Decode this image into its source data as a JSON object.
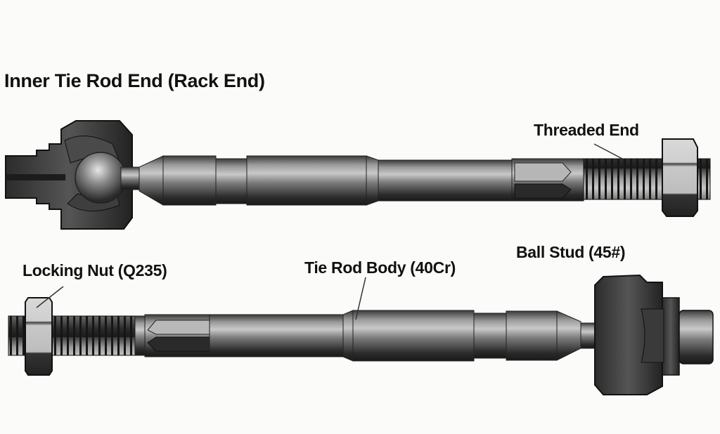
{
  "diagram": {
    "title": "Inner Tie Rod End (Rack End)",
    "labels": {
      "threaded_end": "Threaded End",
      "ball_stud": "Ball Stud (45#)",
      "locking_nut": "Locking Nut (Q235)",
      "tie_rod_body": "Tie Rod Body (40Cr)"
    },
    "components": [
      {
        "name": "Inner Tie Rod End (Rack End)",
        "view": "cutaway",
        "position": "top-left"
      },
      {
        "name": "Threaded End",
        "position": "top-right"
      },
      {
        "name": "Locking Nut",
        "material": "Q235",
        "position": "bottom-left"
      },
      {
        "name": "Tie Rod Body",
        "material": "40Cr",
        "position": "bottom-center"
      },
      {
        "name": "Ball Stud",
        "material": "45#",
        "position": "bottom-right"
      }
    ],
    "colors": {
      "background": "#fbfbfa",
      "metal_dark": "#2a2a2a",
      "metal_mid": "#6b6b6b",
      "metal_light": "#bdbdbd",
      "label_text": "#111111"
    }
  }
}
